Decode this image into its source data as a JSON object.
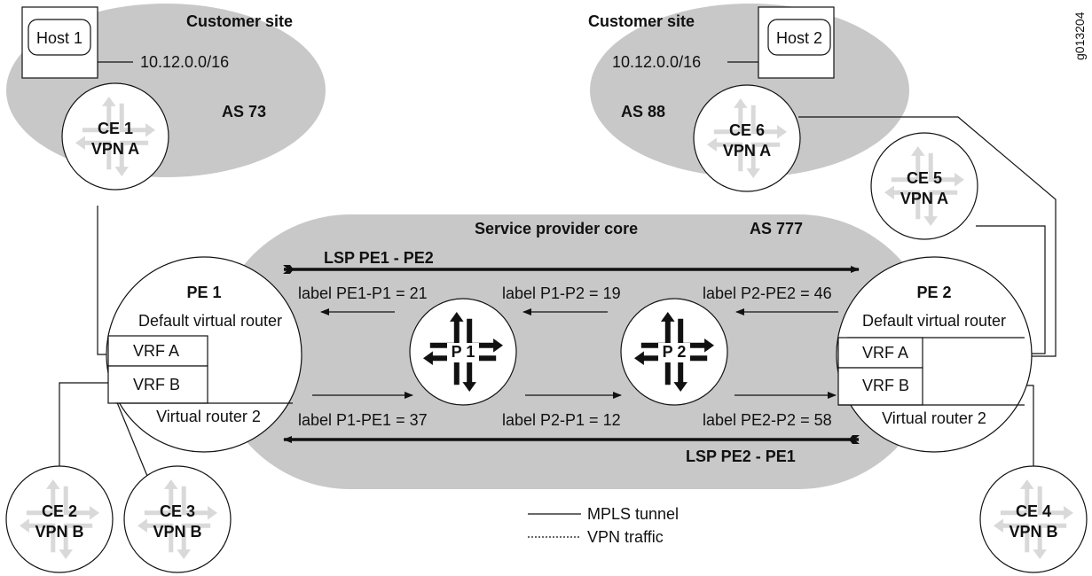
{
  "figure_id": "g013204",
  "colors": {
    "cloud": "#c8c8c8",
    "line": "#111111",
    "router_glyph_light": "#d9d9d9",
    "router_glyph_dark": "#111111"
  },
  "customer_site_left": {
    "title": "Customer site",
    "prefix": "10.12.0.0/16",
    "as": "AS 73"
  },
  "customer_site_right": {
    "title": "Customer site",
    "prefix": "10.12.0.0/16",
    "as": "AS 88"
  },
  "host1": {
    "label": "Host 1"
  },
  "host2": {
    "label": "Host 2"
  },
  "core": {
    "title": "Service provider core",
    "as": "AS 777"
  },
  "ce1": {
    "line1": "CE 1",
    "line2": "VPN A"
  },
  "ce2": {
    "line1": "CE 2",
    "line2": "VPN B"
  },
  "ce3": {
    "line1": "CE 3",
    "line2": "VPN B"
  },
  "ce4": {
    "line1": "CE 4",
    "line2": "VPN B"
  },
  "ce5": {
    "line1": "CE 5",
    "line2": "VPN A"
  },
  "ce6": {
    "line1": "CE 6",
    "line2": "VPN A"
  },
  "pe1": {
    "title": "PE 1",
    "default_vr": "Default virtual router",
    "vrf_a": "VRF A",
    "vrf_b": "VRF B",
    "vr2": "Virtual router 2"
  },
  "pe2": {
    "title": "PE 2",
    "default_vr": "Default virtual router",
    "vrf_a": "VRF A",
    "vrf_b": "VRF B",
    "vr2": "Virtual router 2"
  },
  "p1": {
    "label": "P 1"
  },
  "p2": {
    "label": "P 2"
  },
  "lsp_pe1_pe2": "LSP PE1 - PE2",
  "lsp_pe2_pe1": "LSP PE2 - PE1",
  "labels": {
    "pe1_p1": "label PE1-P1 = 21",
    "p1_p2": "label P1-P2 = 19",
    "p2_pe2": "label P2-PE2 = 46",
    "p1_pe1": "label P1-PE1 = 37",
    "p2_p1": "label P2-P1 = 12",
    "pe2_p2": "label PE2-P2 = 58"
  },
  "legend": {
    "mpls": "MPLS tunnel",
    "vpn": "VPN traffic"
  }
}
